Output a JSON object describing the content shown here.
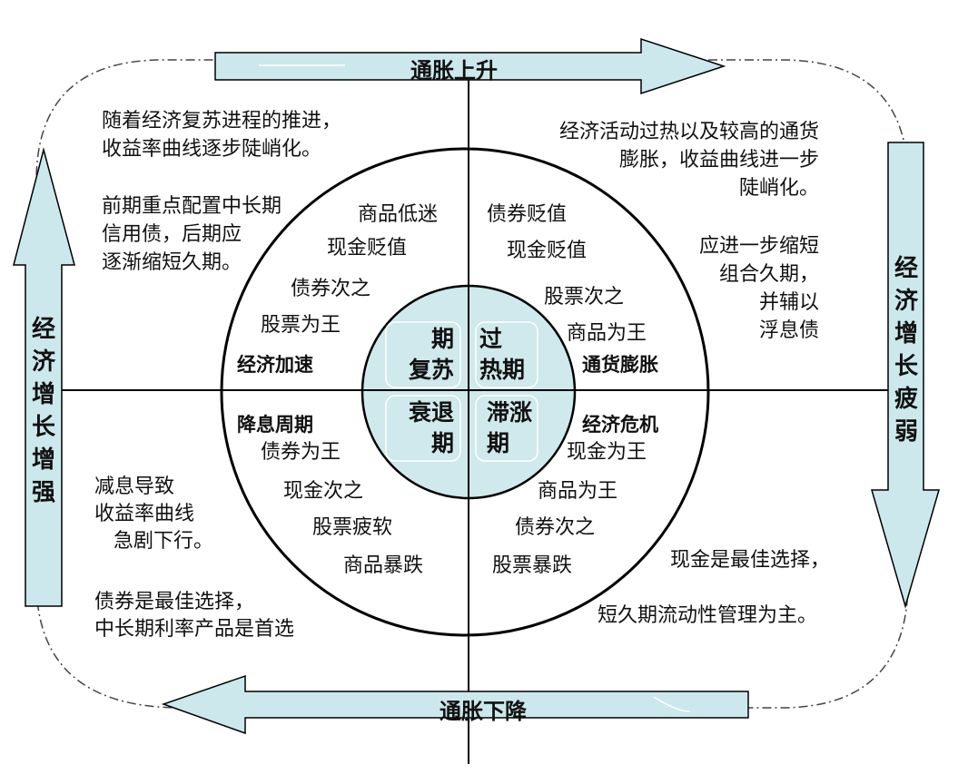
{
  "colors": {
    "arrow_fill": "#cce8ec",
    "inner_circle_fill": "#cfe9ec",
    "stroke": "#000000",
    "outline": "#444444"
  },
  "arrows": {
    "top": "通胀上升",
    "bottom": "通胀下降",
    "left": "经济增长增强",
    "right": "经济增长疲弱"
  },
  "phases": {
    "recovery": "期\n复苏",
    "overheat": "过\n热期",
    "recession": "衰退\n期",
    "stagflation": "滞涨\n期"
  },
  "stages": {
    "top_left": "经济加速",
    "top_right": "通货膨胀",
    "bottom_left": "降息周期",
    "bottom_right": "经济危机"
  },
  "rankings": {
    "top_left": [
      "商品低迷",
      "现金贬值",
      "债券次之",
      "股票为王"
    ],
    "top_right": [
      "债券贬值",
      "现金贬值",
      "股票次之",
      "商品为王"
    ],
    "bottom_left": [
      "债券为王",
      "现金次之",
      "股票疲软",
      "商品暴跌"
    ],
    "bottom_right": [
      "现金为王",
      "商品为王",
      "债券次之",
      "股票暴跌"
    ]
  },
  "notes": {
    "top_left_1": "随着经济复苏进程的推进，\n收益率曲线逐步陡峭化。",
    "top_left_2": "前期重点配置中长期\n信用债，后期应\n逐渐缩短久期。",
    "top_right_1": "经济活动过热以及较高的通货\n膨胀，收益曲线进一步\n陡峭化。",
    "top_right_2": "应进一步缩短\n组合久期，\n并辅以\n浮息债",
    "bottom_left_1": "减息导致\n收益率曲线\n   急剧下行。",
    "bottom_left_2": "债券是最佳选择，\n中长期利率产品是首选",
    "bottom_right_1": "现金是最佳选择，",
    "bottom_right_2": "短久期流动性管理为主。"
  }
}
